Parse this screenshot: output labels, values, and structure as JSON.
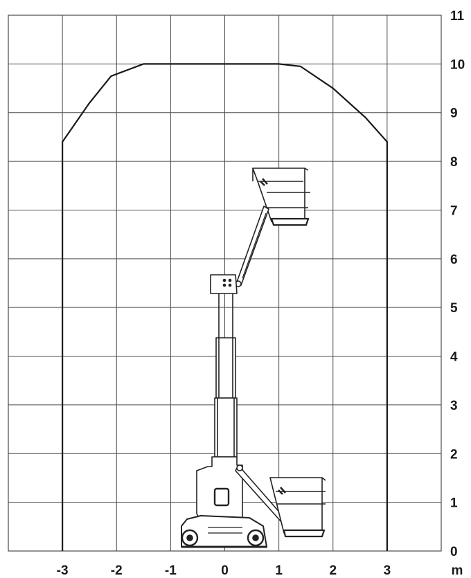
{
  "chart_data": {
    "type": "working-range",
    "x_ticks": [
      "-3",
      "-2",
      "-1",
      "0",
      "1",
      "2",
      "3"
    ],
    "y_ticks": [
      "0",
      "1",
      "2",
      "3",
      "4",
      "5",
      "6",
      "7",
      "8",
      "9",
      "10",
      "11"
    ],
    "x_range": [
      -4,
      4
    ],
    "y_range": [
      0,
      11
    ],
    "unit": "m",
    "envelope": [
      [
        -3.0,
        0
      ],
      [
        -3.0,
        8.4
      ],
      [
        -2.5,
        9.2
      ],
      [
        -2.1,
        9.75
      ],
      [
        -1.5,
        10.0
      ],
      [
        0.0,
        10.0
      ],
      [
        1.0,
        10.0
      ],
      [
        1.4,
        9.95
      ],
      [
        2.0,
        9.5
      ],
      [
        2.6,
        8.9
      ],
      [
        3.0,
        8.4
      ],
      [
        3.0,
        0
      ]
    ],
    "grid": true,
    "colors": {
      "grid": "#4a4a4a",
      "envelope": "#1a1a1a",
      "machine": "#222222"
    }
  }
}
